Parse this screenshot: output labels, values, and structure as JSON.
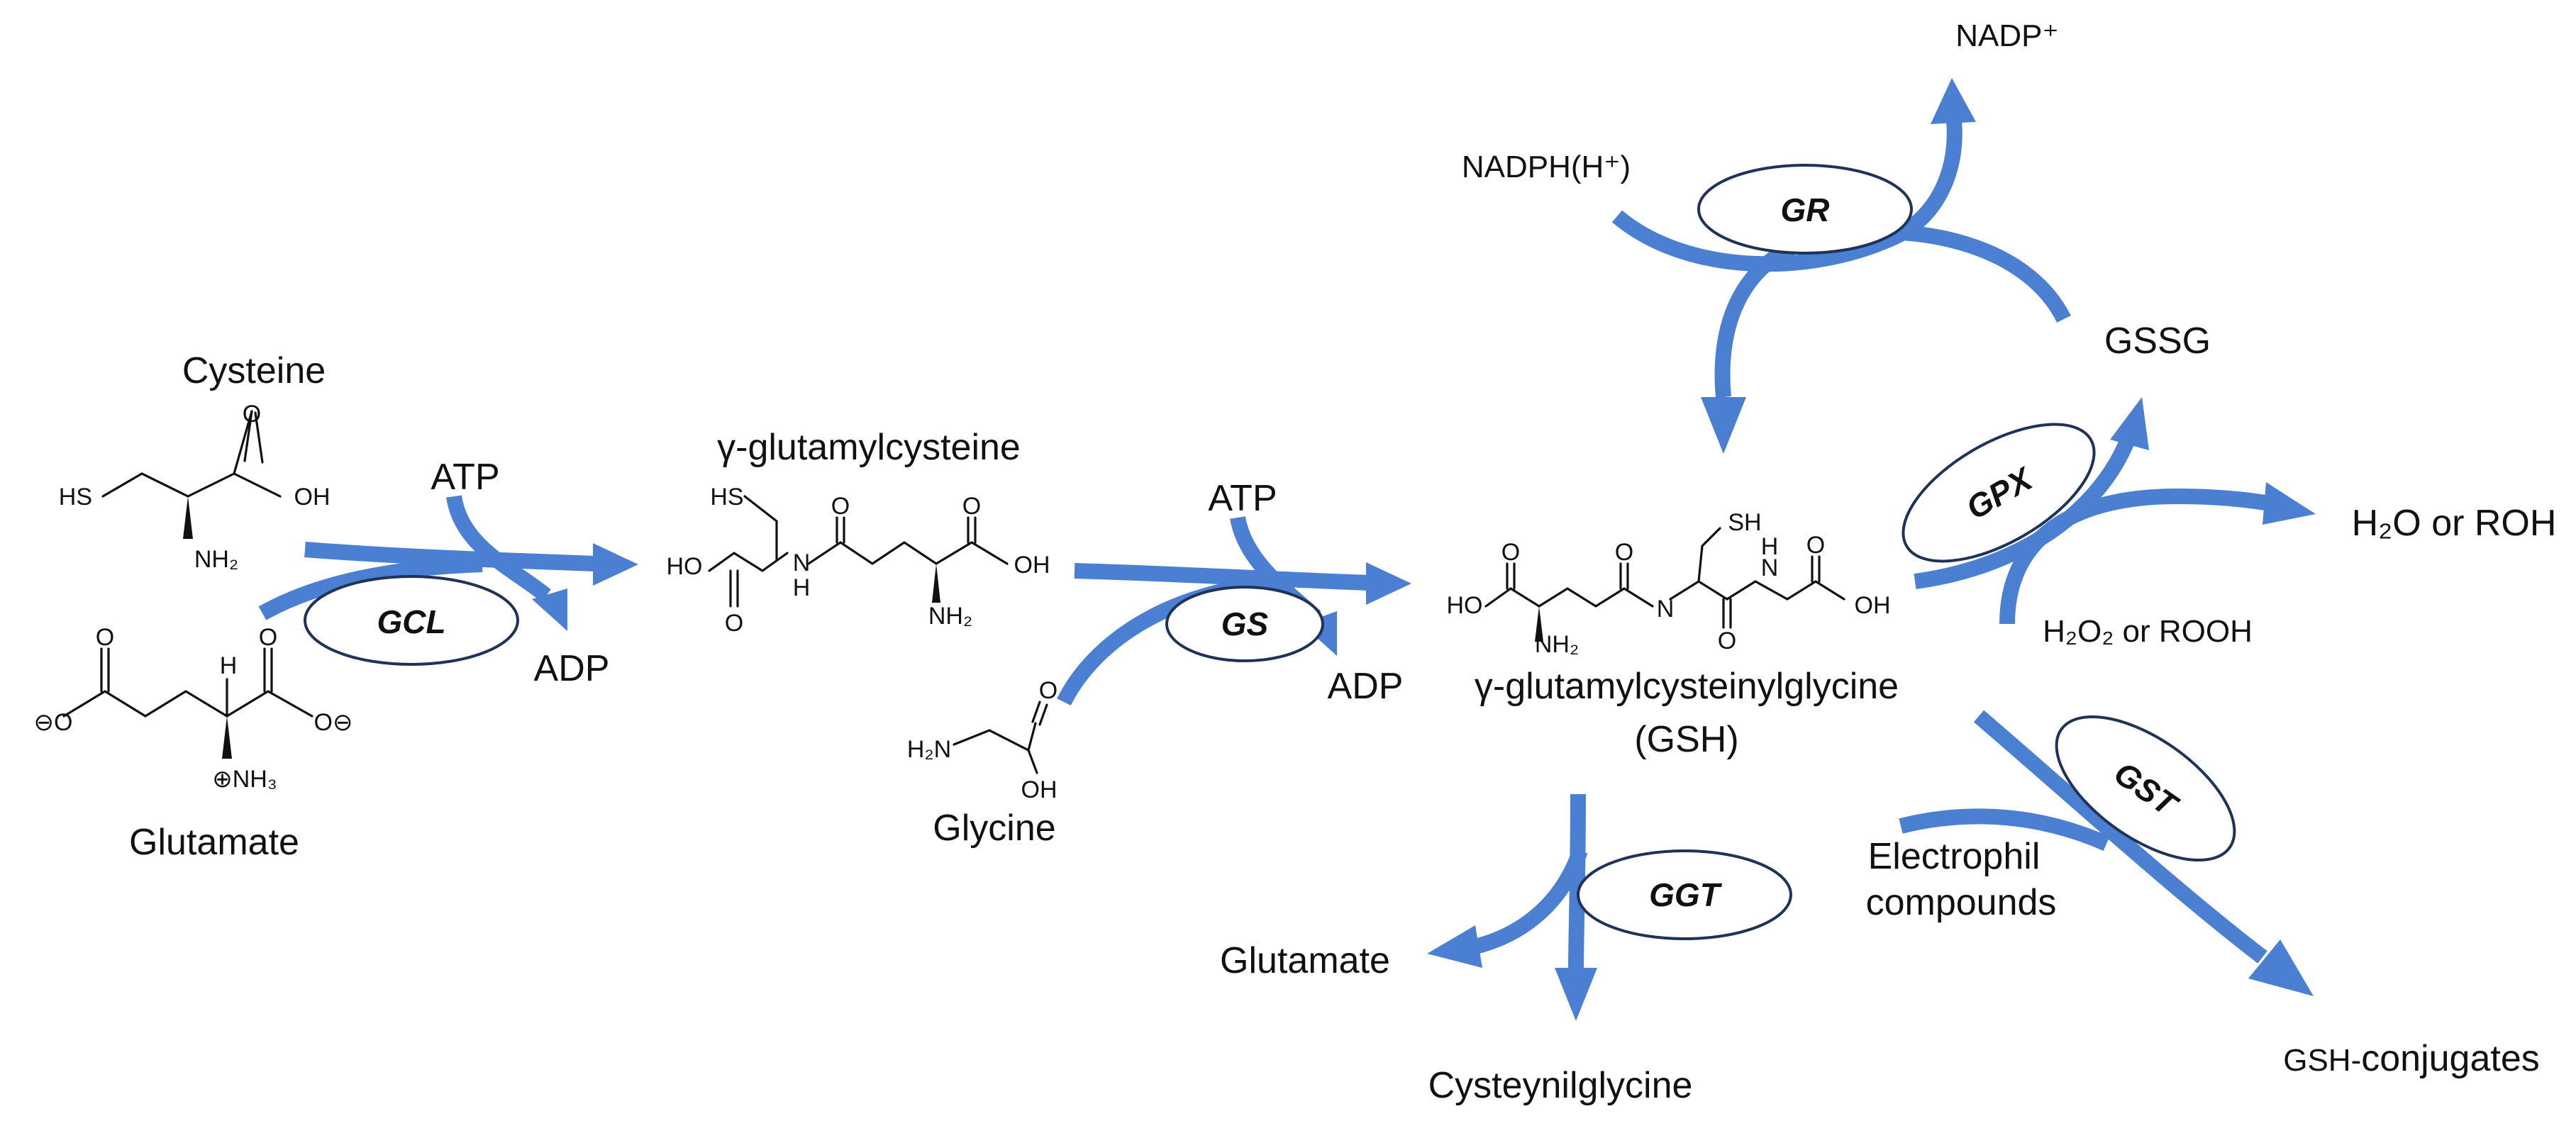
{
  "colors": {
    "arrow": "#4a7fd2",
    "enzyme_outline": "#1f3357",
    "text": "#111111"
  },
  "labels": {
    "cysteine": "Cysteine",
    "glutamate": "Glutamate",
    "atp_1": "ATP",
    "adp_1": "ADP",
    "gamma_glu_cys": "γ-glutamylcysteine",
    "atp_2": "ATP",
    "adp_2": "ADP",
    "glycine": "Glycine",
    "gsh_name": "γ-glutamylcysteinylglycine",
    "gsh_abbr": "(GSH)",
    "nadph": "NADPH(H⁺)",
    "nadp": "NADP⁺",
    "gssg": "GSSG",
    "water_or_roh": "H₂O or ROH",
    "peroxide": "H₂O₂ or ROOH",
    "electrophil_1": "Electrophil",
    "electrophil_2": "compounds",
    "gsh_conj_prefix": "GSH-",
    "gsh_conj_suffix": "conjugates",
    "glutamate_out": "Glutamate",
    "cysteinylglycine": "Cysteynilglycine"
  },
  "enzymes": {
    "gcl": "GCL",
    "gs": "GS",
    "gr": "GR",
    "gpx": "GPX",
    "gst": "GST",
    "ggt": "GGT"
  },
  "atoms": {
    "sh": "SH",
    "hs": "HS",
    "o": "O",
    "oh": "OH",
    "ho": "HO",
    "nh2": "NH₂",
    "h2n": "H₂N",
    "n": "N",
    "h": "H",
    "nh3": "⊕NH₃",
    "o_minus": "⊖O",
    "o_minus_r": "O⊖"
  }
}
